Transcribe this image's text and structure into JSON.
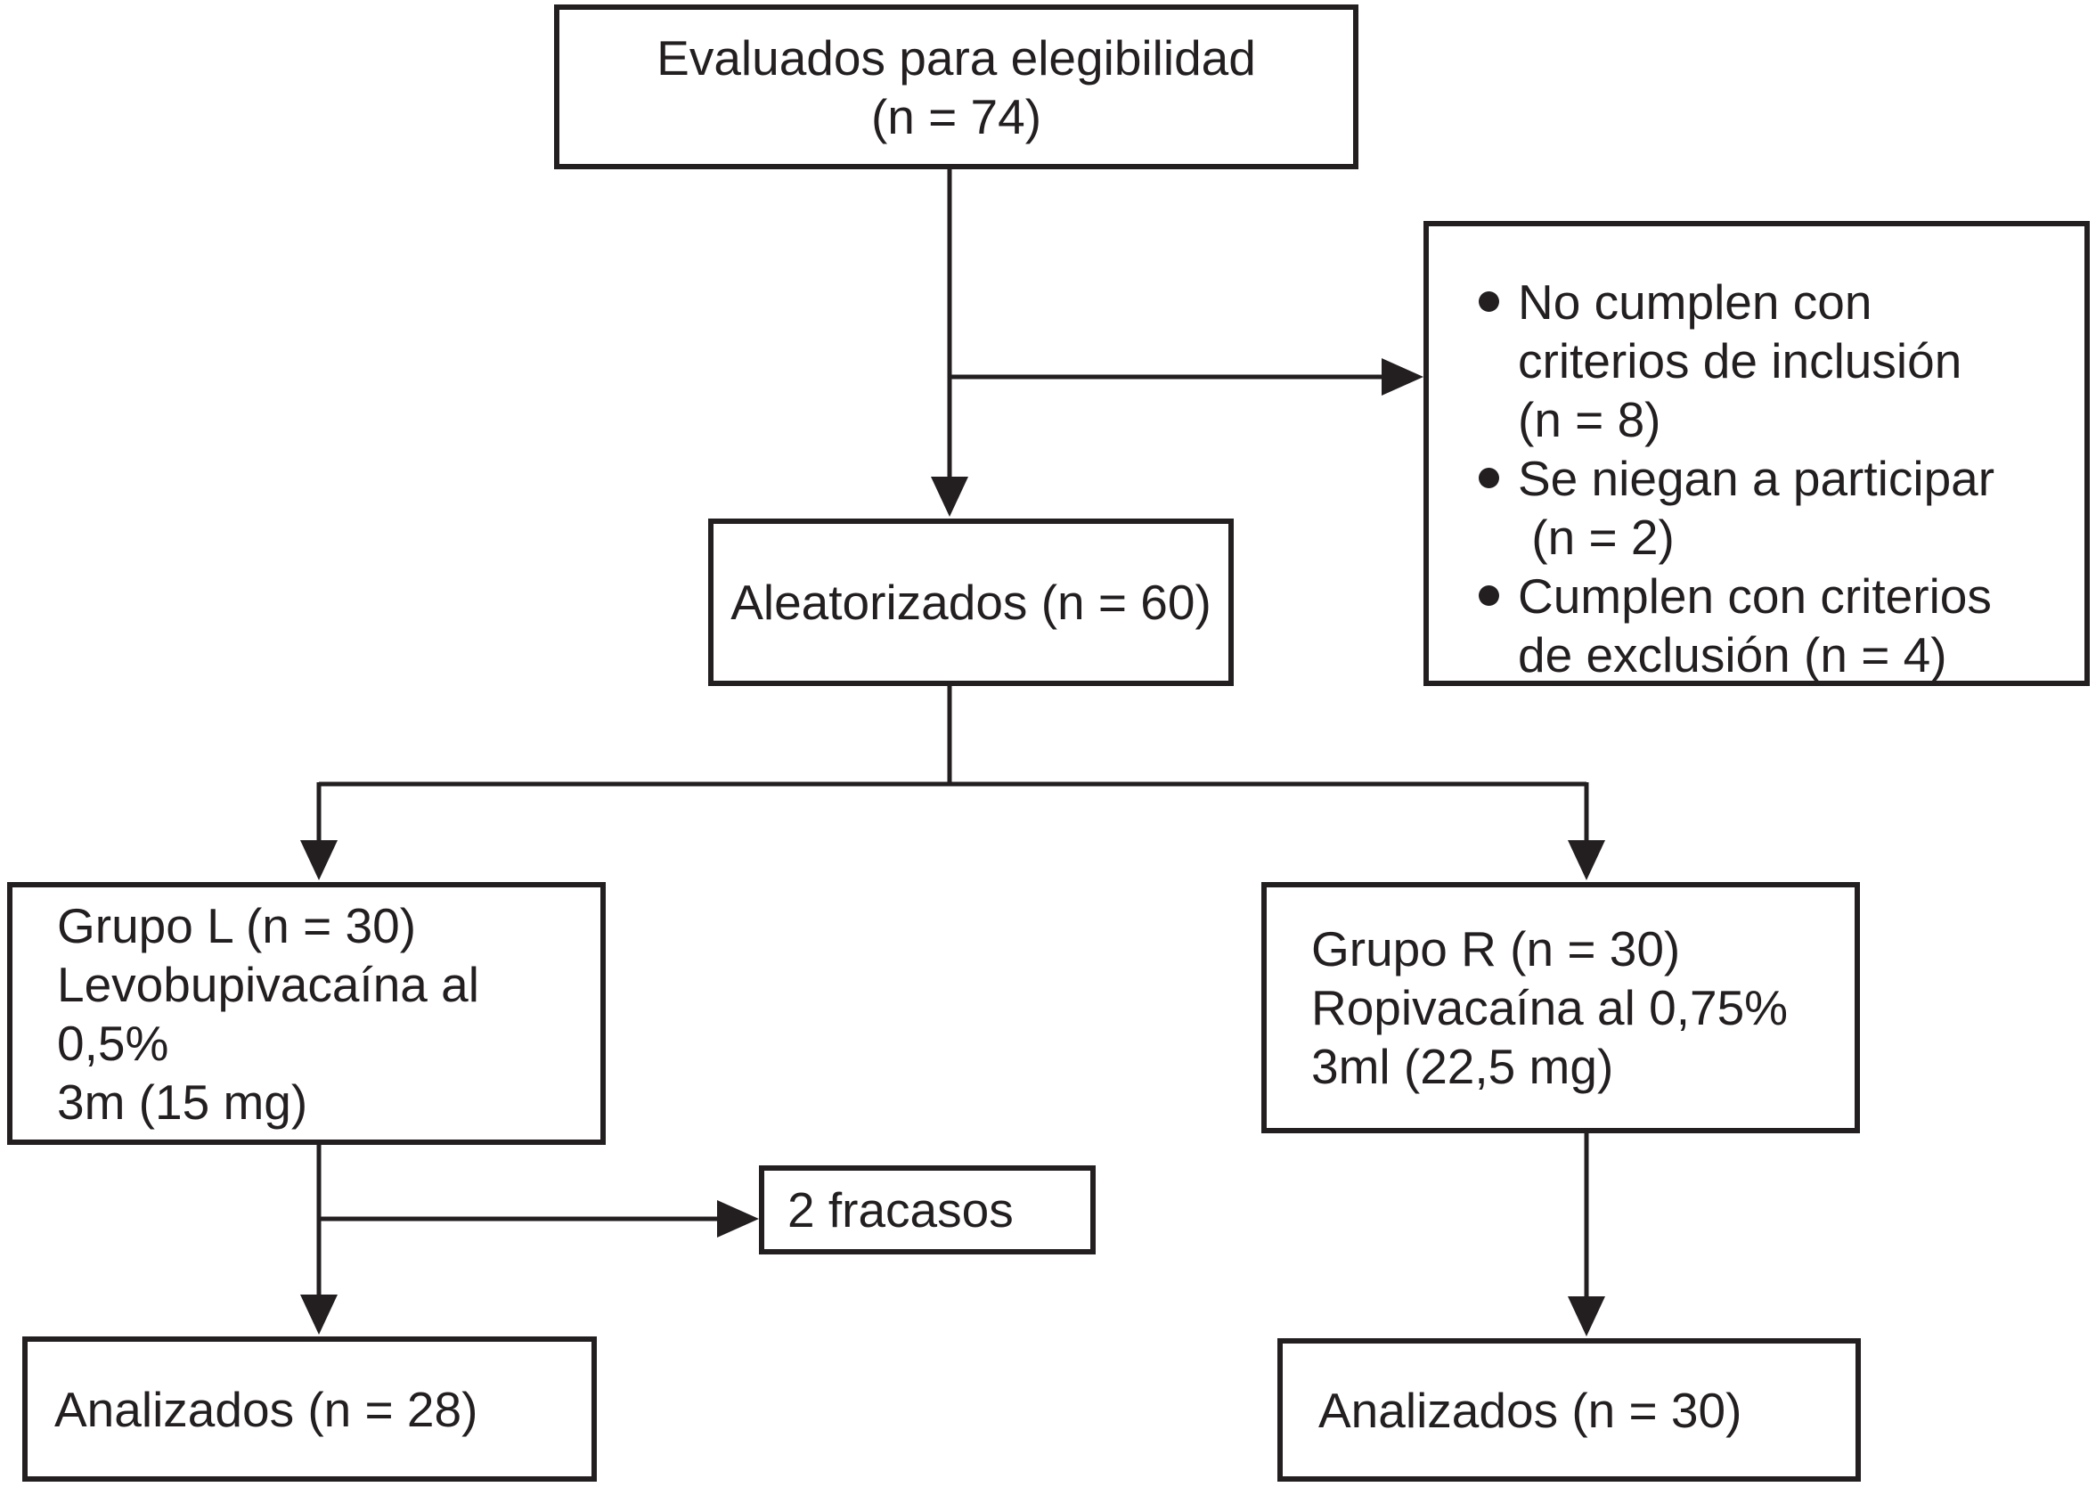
{
  "figure": {
    "eligibility": {
      "text": "Evaluados para elegibilidad\n(n = 74)"
    },
    "exclusions": {
      "items": [
        "No cumplen con\ncriterios de inclusión\n(n = 8)",
        "Se niegan a participar\n (n = 2)",
        "Cumplen con criterios\nde exclusión (n = 4)"
      ]
    },
    "randomized": {
      "text": "Aleatorizados (n = 60)"
    },
    "group_l": {
      "text": "Grupo L (n = 30)\nLevobupivacaína al 0,5%\n3m (15 mg)"
    },
    "group_r": {
      "text": "Grupo R (n = 30)\nRopivacaína al 0,75%\n3ml (22,5 mg)"
    },
    "failures": {
      "text": "2 fracasos"
    },
    "analyzed_l": {
      "text": "Analizados (n = 28)"
    },
    "analyzed_r": {
      "text": "Analizados (n = 30)"
    }
  },
  "colors": {
    "ink": "#231f20",
    "background": "#ffffff"
  }
}
